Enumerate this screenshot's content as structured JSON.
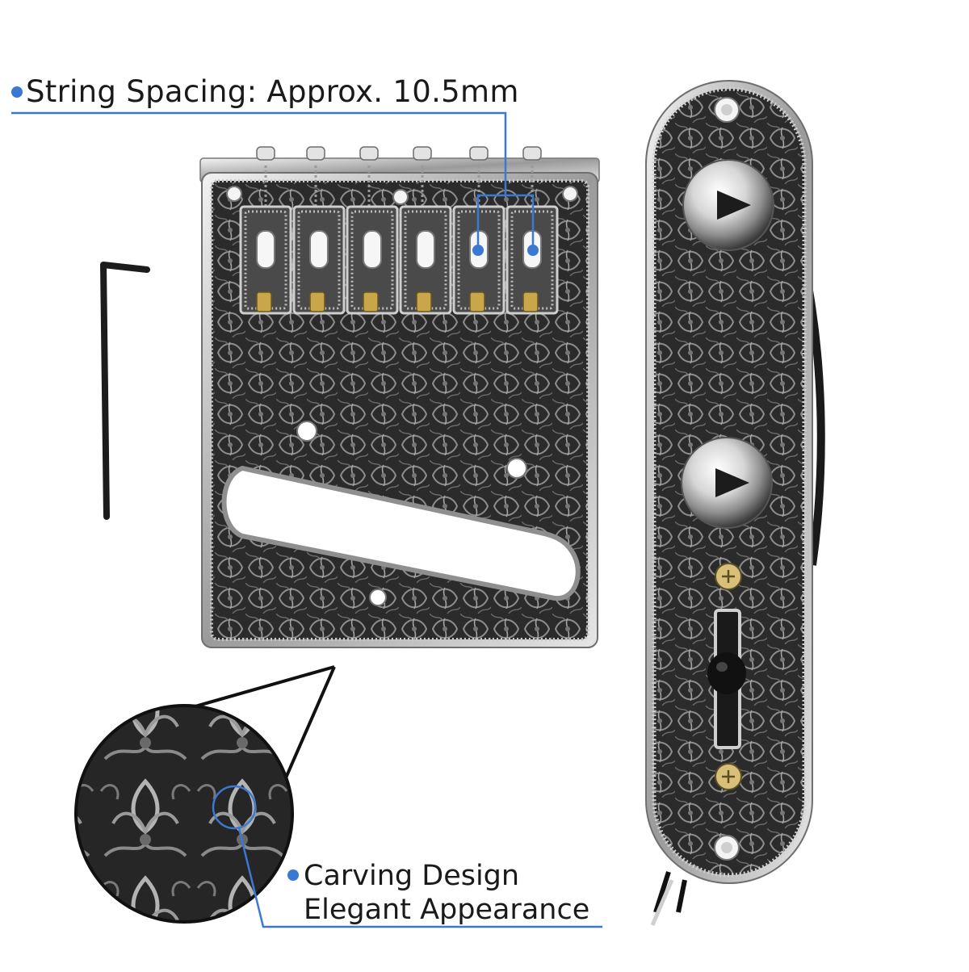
{
  "callouts": {
    "string_spacing": "String Spacing: Approx. 10.5mm",
    "carving_line1": "Carving Design",
    "carving_line2": "Elegant Appearance"
  },
  "colors": {
    "accent": "#3a78d4",
    "plate_dark": "#2a2a2a",
    "chrome": "#d9d9d9",
    "engraving": "#8c8c8c"
  },
  "objects": [
    {
      "name": "telecaster-bridge-plate",
      "label": ""
    },
    {
      "name": "control-plate",
      "label": ""
    },
    {
      "name": "hex-allen-key",
      "label": ""
    },
    {
      "name": "carving-magnifier",
      "label": ""
    }
  ]
}
